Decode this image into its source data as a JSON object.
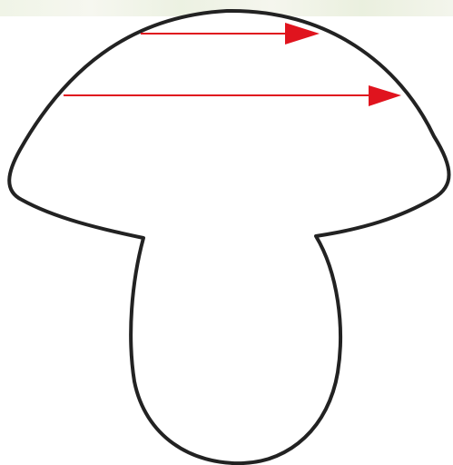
{
  "figure": {
    "subject": "mushroom-outline",
    "arrows": [
      {
        "name": "upper-arrow",
        "direction": "right"
      },
      {
        "name": "lower-arrow",
        "direction": "right"
      }
    ],
    "colors": {
      "outline": "#222222",
      "arrow": "#e0141e",
      "fill": "#ffffff",
      "background_texture": "#eef3e4"
    }
  }
}
